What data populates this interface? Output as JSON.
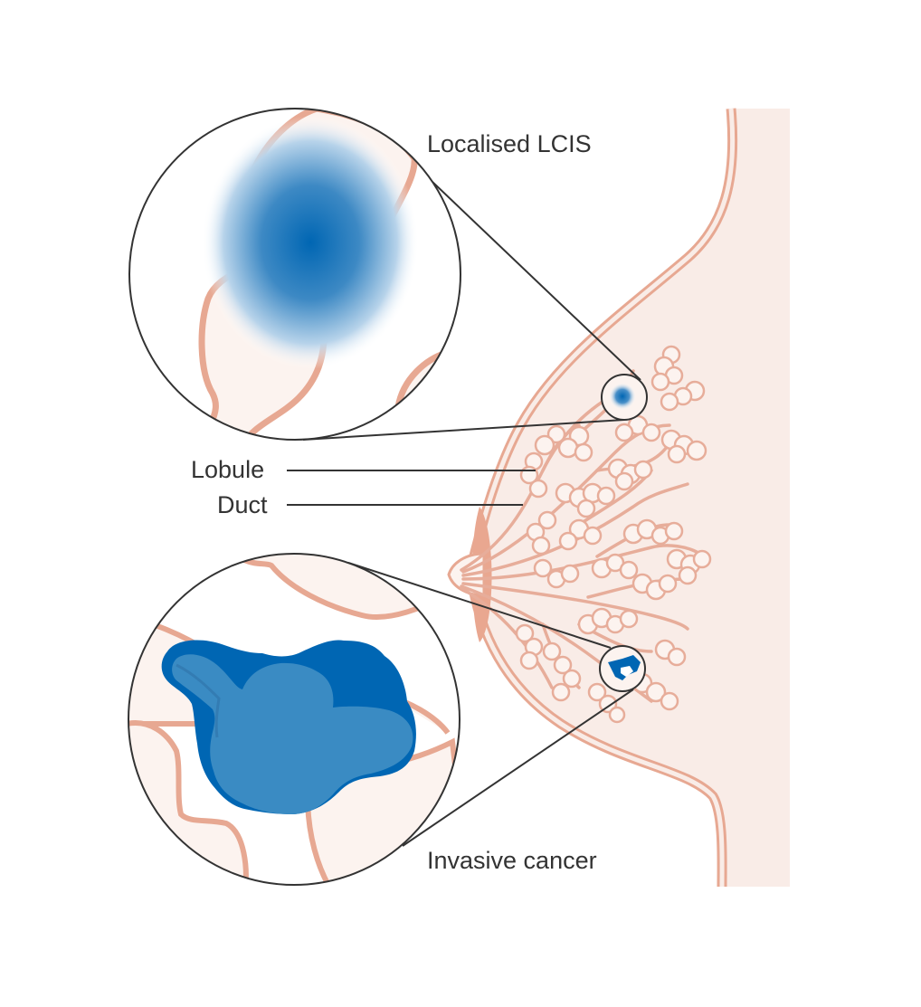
{
  "labels": {
    "localised_lcis": "Localised LCIS",
    "lobule": "Lobule",
    "duct": "Duct",
    "invasive_cancer": "Invasive cancer"
  },
  "colors": {
    "breast_fill": "#f9ece7",
    "skin_outline": "#e7a892",
    "tissue_outline": "#e7ad9a",
    "areola": "#e9a790",
    "lcis_blue": "#0066b3",
    "invasive_dark_blue": "#0066b3",
    "invasive_light_blue": "#3a8bc3",
    "leader_line": "#333333",
    "zoom_fill": "#fcf3ef"
  }
}
